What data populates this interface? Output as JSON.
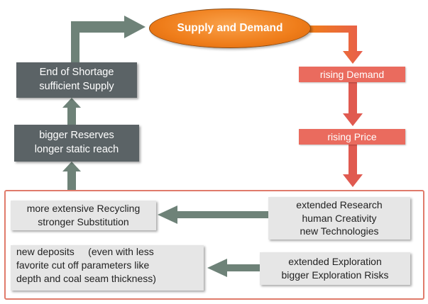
{
  "center": {
    "label": "Supply and Demand"
  },
  "right_column": [
    {
      "label": "rising Demand"
    },
    {
      "label": "rising Price"
    }
  ],
  "left_column": {
    "end_of_shortage": [
      "End of Shortage",
      "sufficient Supply"
    ],
    "bigger_reserves": [
      "bigger Reserves",
      "longer static reach"
    ]
  },
  "bottom_right": {
    "research": [
      "extended Research",
      "human Creativity",
      "new Technologies"
    ],
    "exploration": [
      "extended Exploration",
      "bigger Exploration Risks"
    ]
  },
  "bottom_left": {
    "recycling": [
      "more extensive Recycling",
      "stronger Substitution"
    ],
    "deposits": [
      "new deposits     (even with less",
      "favorite cut off parameters like",
      "depth and coal seam thickness)"
    ]
  },
  "colors": {
    "dark_box": "#5b6366",
    "red_box": "#ea6b5e",
    "light_box": "#e6e6e6",
    "ellipse": "#ef7d1a",
    "arrow_grey": "#6e8278",
    "arrow_red": "#e05a50",
    "frame": "#e07b6b"
  }
}
